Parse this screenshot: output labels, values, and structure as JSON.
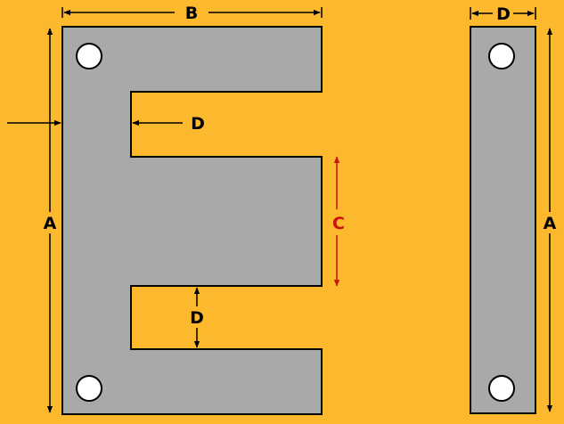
{
  "colors": {
    "background": "#FDB92E",
    "lamination": "#A9A9A9",
    "outline": "#000000",
    "dimension_black": "#000000",
    "dimension_red": "#CC1111",
    "hole_fill": "#FFFFFF"
  },
  "labels": {
    "e_width": "B",
    "e_height": "A",
    "e_leg_width": "D",
    "e_window_height": "C",
    "e_center_leg_height": "D",
    "i_width": "D",
    "i_height": "A"
  }
}
